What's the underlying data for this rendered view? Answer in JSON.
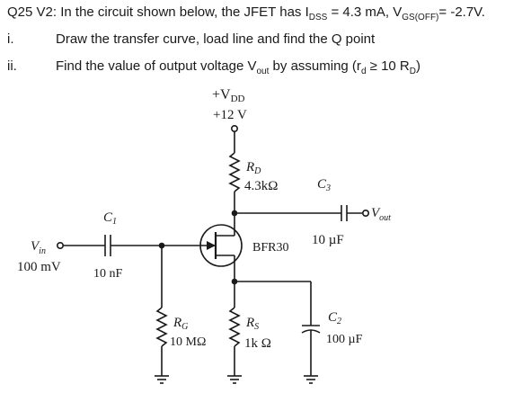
{
  "question": {
    "number": "Q25 V2:",
    "text": "In the circuit shown below, the JFET has I",
    "idss_sub": "DSS",
    "idss_value": " = 4.3 mA, V",
    "vgs_sub": "GS(OFF)",
    "vgs_value": "= -2.7V."
  },
  "items": [
    {
      "num": "i.",
      "text": "Draw the transfer curve, load line and find the Q point"
    },
    {
      "num": "ii.",
      "text_a": "Find the  value of output voltage V",
      "sub_out": "out",
      "text_b": " by assuming (r",
      "sub_d": "d",
      "text_c": " ≥ 10 R",
      "sub_D": "D",
      "text_d": ")"
    }
  ],
  "circuit": {
    "vdd_label": "+V",
    "vdd_sub": "DD",
    "vdd_value": "+12 V",
    "rd_label": "R",
    "rd_sub": "D",
    "rd_value": "4.3kΩ",
    "c3_label": "C",
    "c3_sub": "3",
    "c3_value": "10 µF",
    "vout_label": "V",
    "vout_sub": "out",
    "c1_label": "C",
    "c1_sub": "1",
    "c1_value": "10 nF",
    "vin_label": "V",
    "vin_sub": "in",
    "vin_value": "100 mV",
    "jfet_label": "BFR30",
    "rg_label": "R",
    "rg_sub": "G",
    "rg_value": "10 MΩ",
    "rs_label": "R",
    "rs_sub": "S",
    "rs_value": "1k Ω",
    "c2_label": "C",
    "c2_sub": "2",
    "c2_value": "100 µF"
  }
}
